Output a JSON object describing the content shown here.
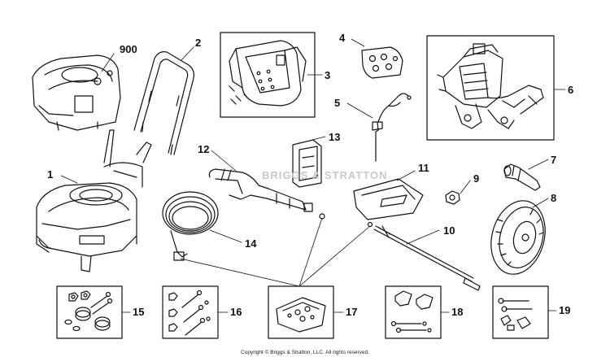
{
  "callouts": {
    "c900": "900",
    "c1": "1",
    "c2": "2",
    "c3": "3",
    "c4": "4",
    "c5": "5",
    "c6": "6",
    "c7": "7",
    "c8": "8",
    "c9": "9",
    "c10": "10",
    "c11": "11",
    "c12": "12",
    "c13": "13",
    "c14": "14",
    "c15": "15",
    "c16": "16",
    "c17": "17",
    "c18": "18",
    "c19": "19"
  },
  "watermark": "BRIGGS & STRATTON",
  "copyright": "Copyright © Briggs & Stratton, LLC. All rights reserved."
}
